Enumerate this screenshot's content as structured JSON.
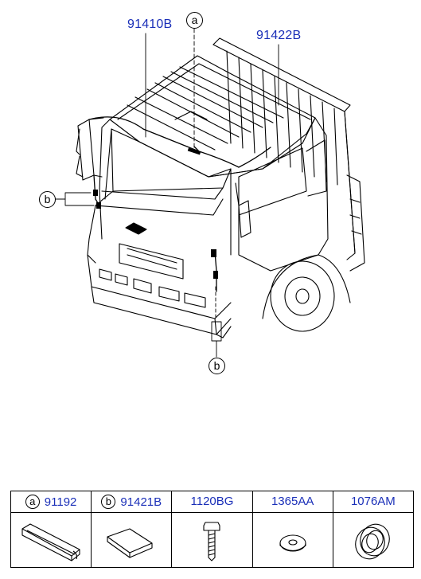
{
  "diagram": {
    "part_labels": [
      "91410B",
      "91422B"
    ],
    "callouts": [
      "a",
      "b",
      "b"
    ]
  },
  "parts_table": {
    "columns": [
      {
        "callout": "a",
        "part_no": "91192",
        "icon": "wiring-protector-icon"
      },
      {
        "callout": "b",
        "part_no": "91421B",
        "icon": "pad-icon"
      },
      {
        "callout": "",
        "part_no": "1120BG",
        "icon": "bolt-icon"
      },
      {
        "callout": "",
        "part_no": "1365AA",
        "icon": "washer-icon"
      },
      {
        "callout": "",
        "part_no": "1076AM",
        "icon": "grommet-icon"
      }
    ]
  }
}
